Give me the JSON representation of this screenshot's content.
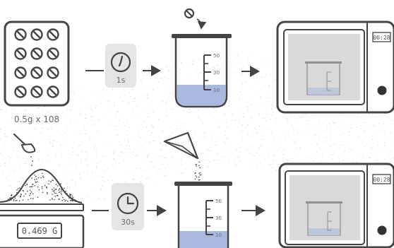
{
  "row1": {
    "pills_label": "0.5g x 108",
    "timer_label": "1s",
    "beaker_marks": [
      "50",
      "30",
      "10"
    ],
    "oven_display": "00:28"
  },
  "row2": {
    "scale_display": "0.469 G",
    "timer_label": "30s",
    "beaker_marks": [
      "50",
      "30",
      "10"
    ],
    "oven_display": "00:28"
  },
  "colors": {
    "stroke": "#444444",
    "liquid": "#a9b8de",
    "panel": "#e5e5e5",
    "oven_window": "#d9d9d9",
    "background_dots": "#d9a0a8"
  }
}
